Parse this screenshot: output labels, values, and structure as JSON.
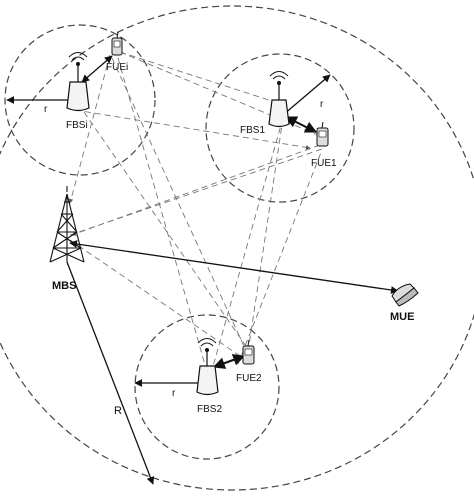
{
  "labels": {
    "fbsi": "FBSi",
    "fuei": "FUEi",
    "fbs1": "FBS1",
    "fue1": "FUE1",
    "fbs2": "FBS2",
    "fue2": "FUE2",
    "mbs": "MBS",
    "mue": "MUE",
    "r_small": "r",
    "r_big": "R"
  }
}
